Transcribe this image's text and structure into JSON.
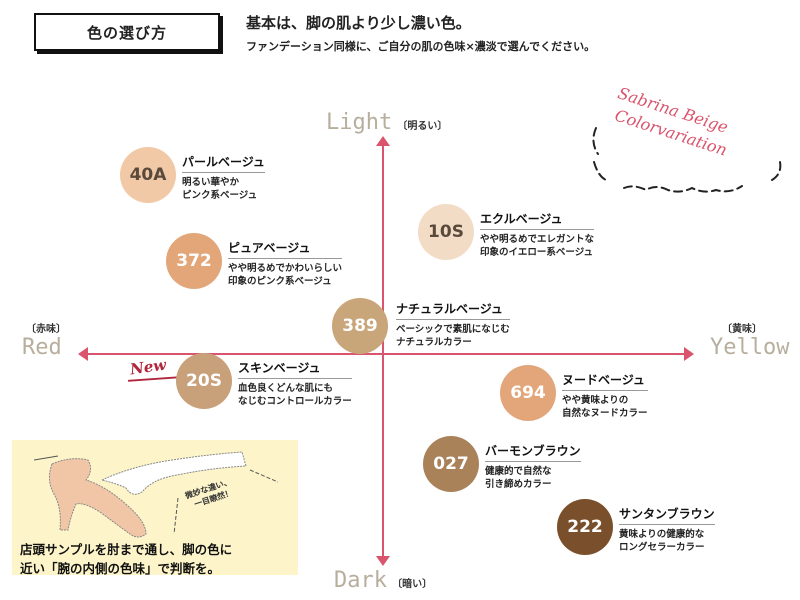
{
  "header": {
    "title": "色の選び方",
    "headline": "基本は、脚の肌より少し濃い色。",
    "subline": "ファンデーション同様に、ご自分の肌の色味×濃淡で選んでください。"
  },
  "brand_badge": {
    "line1": "Sabrina Beige",
    "line2": "Colorvariation"
  },
  "axes": {
    "top": {
      "word": "Light",
      "sub": "〔明るい〕"
    },
    "bottom": {
      "word": "Dark",
      "sub": "〔暗い〕"
    },
    "left": {
      "word": "Red",
      "sub": "〔赤味〕"
    },
    "right": {
      "word": "Yellow",
      "sub": "〔黄味〕"
    },
    "axis_color": "#d9546c"
  },
  "new_label": "New",
  "shades": [
    {
      "code": "40A",
      "name": "パールベージュ",
      "desc1": "明るい華やか",
      "desc2": "ピンク系ベージュ",
      "color": "#f2c9a6",
      "text_color": "#5a4a3c"
    },
    {
      "code": "372",
      "name": "ピュアベージュ",
      "desc1": "やや明るめでかわいらしい",
      "desc2": "印象のピンク系ベージュ",
      "color": "#e2a679",
      "text_color": "#ffffff"
    },
    {
      "code": "10S",
      "name": "エクルベージュ",
      "desc1": "やや明るめでエレガントな",
      "desc2": "印象のイエロー系ベージュ",
      "color": "#f3dcc6",
      "text_color": "#5a4a3c"
    },
    {
      "code": "389",
      "name": "ナチュラルベージュ",
      "desc1": "ベーシックで素肌になじむ",
      "desc2": "ナチュラルカラー",
      "color": "#c9a57a",
      "text_color": "#ffffff"
    },
    {
      "code": "20S",
      "name": "スキンベージュ",
      "desc1": "血色良くどんな肌にも",
      "desc2": "なじむコントロールカラー",
      "color": "#c8a07a",
      "text_color": "#ffffff"
    },
    {
      "code": "694",
      "name": "ヌードベージュ",
      "desc1": "やや黄味よりの",
      "desc2": "自然なヌードカラー",
      "color": "#e2a67a",
      "text_color": "#ffffff"
    },
    {
      "code": "027",
      "name": "バーモンブラウン",
      "desc1": "健康的で自然な",
      "desc2": "引き締めカラー",
      "color": "#a9825a",
      "text_color": "#ffffff"
    },
    {
      "code": "222",
      "name": "サンタンブラウン",
      "desc1": "黄味よりの健康的な",
      "desc2": "ロングセラーカラー",
      "color": "#7a4f2c",
      "text_color": "#ffffff"
    }
  ],
  "tip": {
    "aside1": "微妙な違い、",
    "aside2": "一目瞭然！",
    "line1": "店頭サンプルを肘まで通し、脚の色に",
    "line2": "近い「腕の内側の色味」で判断を。",
    "bg_color": "#fdf5c9"
  }
}
